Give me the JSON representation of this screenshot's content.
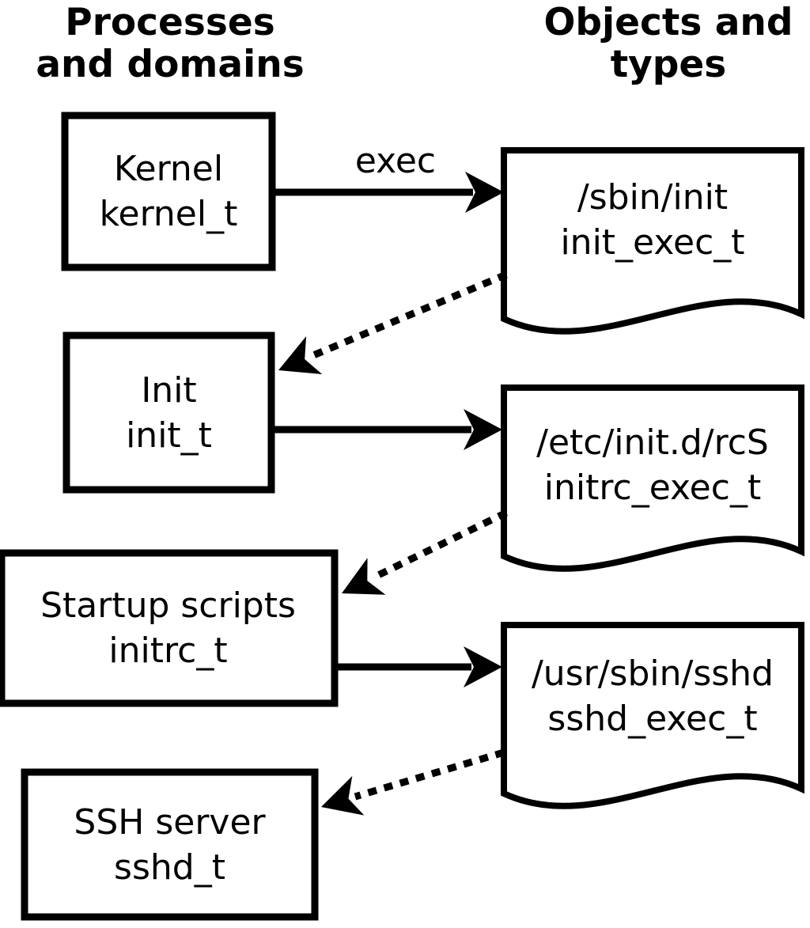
{
  "diagram": {
    "columns": {
      "left": {
        "lines": [
          "Processes",
          "and domains"
        ]
      },
      "right": {
        "lines": [
          "Objects and",
          "types"
        ]
      }
    },
    "process_nodes": [
      {
        "name": "Kernel",
        "type": "kernel_t"
      },
      {
        "name": "Init",
        "type": "init_t"
      },
      {
        "name": "Startup scripts",
        "type": "initrc_t"
      },
      {
        "name": "SSH server",
        "type": "sshd_t"
      }
    ],
    "object_nodes": [
      {
        "path": "/sbin/init",
        "type": "init_exec_t"
      },
      {
        "path": "/etc/init.d/rcS",
        "type": "initrc_exec_t"
      },
      {
        "path": "/usr/sbin/sshd",
        "type": "sshd_exec_t"
      }
    ],
    "edges": {
      "exec_label": "exec",
      "solid": [
        {
          "from": "kernel_t",
          "to": "init_exec_t",
          "label": "exec"
        },
        {
          "from": "init_t",
          "to": "initrc_exec_t",
          "label": ""
        },
        {
          "from": "initrc_t",
          "to": "sshd_exec_t",
          "label": ""
        }
      ],
      "dotted": [
        {
          "from": "init_exec_t",
          "to": "init_t"
        },
        {
          "from": "initrc_exec_t",
          "to": "initrc_t"
        },
        {
          "from": "sshd_exec_t",
          "to": "sshd_t"
        }
      ]
    },
    "colors": {
      "foreground": "#000000",
      "background": "#ffffff"
    }
  }
}
